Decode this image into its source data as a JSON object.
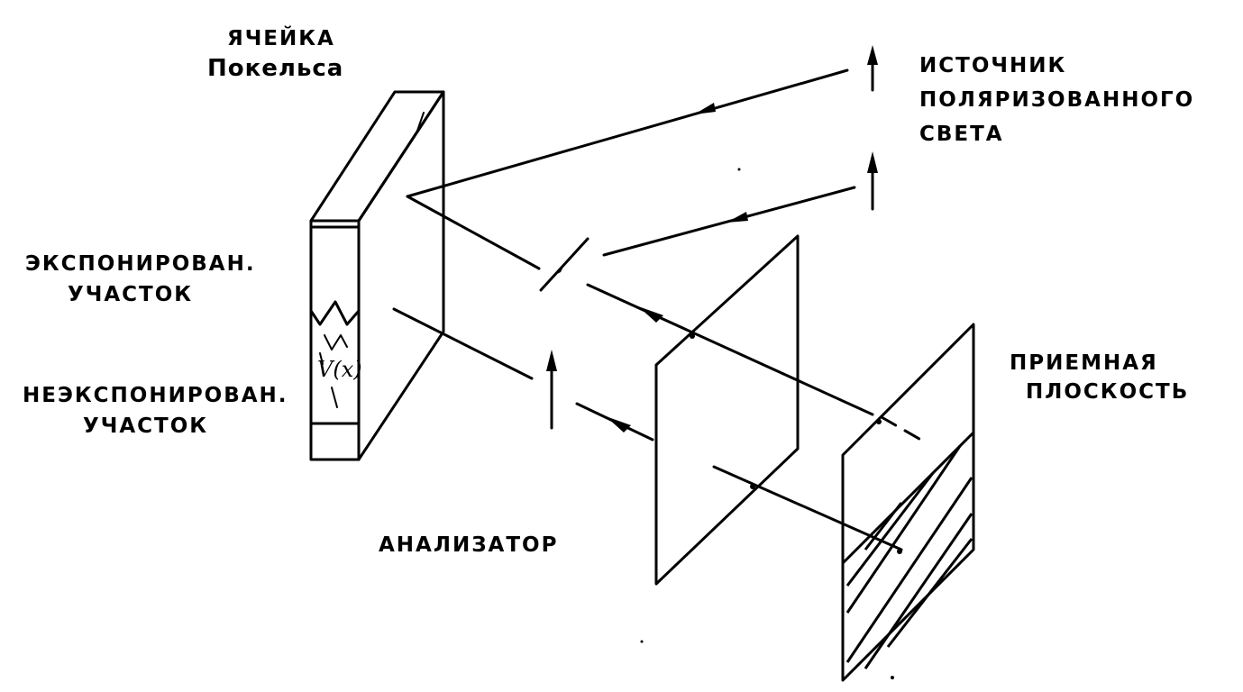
{
  "labels": {
    "pockels_cell_line1": "ЯЧЕЙКА",
    "pockels_cell_line2": "Покельса",
    "source_line1": "ИСТОЧНИК",
    "source_line2": "ПОЛЯРИЗОВАННОГО",
    "source_line3": "СВЕТА",
    "exposed_line1": "ЭКСПОНИРОВАН.",
    "exposed_line2": "УЧАСТОК",
    "unexposed_line1": "НЕЭКСПОНИРОВАН.",
    "unexposed_line2": "УЧАСТОК",
    "receiver_line1": "ПРИЕМНАЯ",
    "receiver_line2": "ПЛОСКОСТЬ",
    "analyzer": "АНАЛИЗАТОР",
    "voltage_profile": "V(x)"
  },
  "colors": {
    "ink": "#000000",
    "paper": "#ffffff"
  }
}
